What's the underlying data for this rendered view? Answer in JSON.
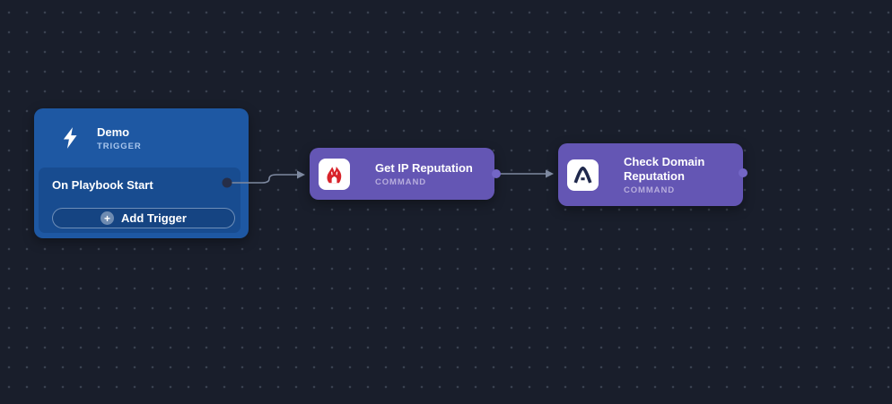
{
  "colors": {
    "canvas_bg": "#191e2b",
    "grid_dot": "#3a4150",
    "trigger_node": "#1e58a3",
    "trigger_panel": "#184c90",
    "trigger_type_label": "#a9c6ec",
    "command_node": "#6456b4",
    "command_type_label": "#b7addd",
    "connector": "#7e89a0",
    "port_trigger": "#262e48",
    "port_command": "#7366c6",
    "flame_red": "#d8232a",
    "logo_navy": "#20294d",
    "icon_bg": "#ffffff"
  },
  "trigger_node": {
    "title": "Demo",
    "type_label": "TRIGGER",
    "event_label": "On Playbook Start",
    "add_trigger_label": "Add Trigger",
    "plus_glyph": "+",
    "icon": "lightning-bolt-icon"
  },
  "command_nodes": [
    {
      "title": "Get IP Reputation",
      "type_label": "COMMAND",
      "icon": "flame-logo-icon"
    },
    {
      "title": "Check Domain Reputation",
      "type_label": "COMMAND",
      "icon": "a-monogram-logo-icon"
    }
  ]
}
